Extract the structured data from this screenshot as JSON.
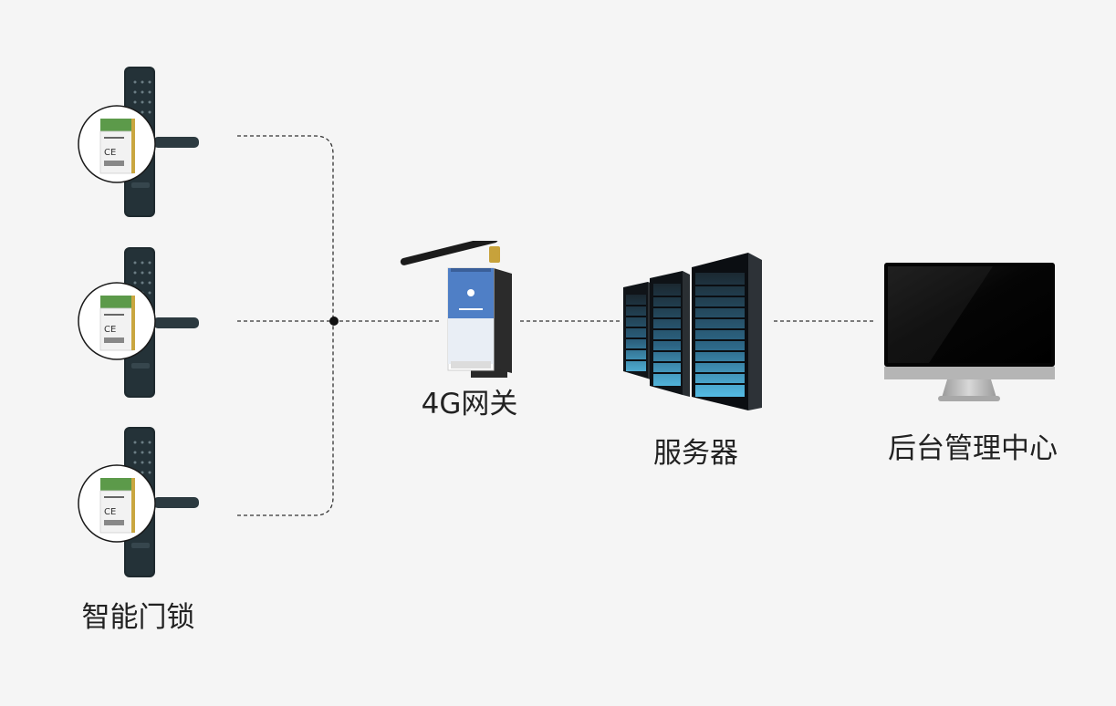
{
  "nodes": {
    "lock": {
      "label": "智能门锁"
    },
    "gateway": {
      "label": "4G网关"
    },
    "server": {
      "label": "服务器"
    },
    "admin": {
      "label": "后台管理中心"
    }
  },
  "colors": {
    "background": "#f5f5f5",
    "line": "#333333",
    "lock_body": "#1e2a2f",
    "module_green": "#5c9a4a",
    "gateway_blue": "#4f7fc6",
    "monitor_black": "#050505",
    "monitor_silver": "#b5b5b5"
  },
  "icons": {
    "lock": "smart-door-lock-icon",
    "module": "wireless-module-icon",
    "gateway": "4g-gateway-icon",
    "server": "server-rack-icon",
    "monitor": "monitor-icon"
  }
}
